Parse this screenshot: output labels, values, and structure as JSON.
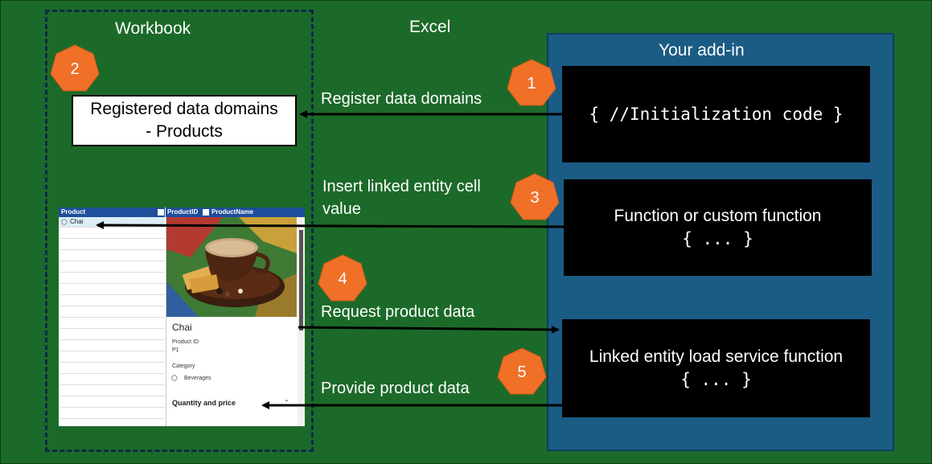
{
  "sections": {
    "workbook": "Workbook",
    "excel": "Excel",
    "addin": "Your add-in"
  },
  "registered_box": {
    "line1": "Registered data domains",
    "line2": "- Products"
  },
  "addin_boxes": {
    "init_code": "{ //Initialization code }",
    "function_title": "Function or custom function",
    "function_code": "{ ... }",
    "load_title": "Linked entity load service function",
    "load_code": "{ ... }"
  },
  "arrows": {
    "register": "Register data domains",
    "insert_line1": "Insert linked entity cell",
    "insert_line2": "value",
    "request": "Request product data",
    "provide": "Provide product data"
  },
  "badges": [
    "1",
    "2",
    "3",
    "4",
    "5"
  ],
  "spreadsheet": {
    "col_product": "Product",
    "col_productid": "ProductID",
    "col_productname": "ProductName",
    "cell_value": "Chai",
    "card_title": "Chai",
    "productid_label": "Product ID",
    "productid_value": "P1",
    "category_label": "Category",
    "category_value": "Beverages",
    "quantity_label": "Quantity and price"
  },
  "colors": {
    "background": "#1c6a29",
    "addin": "#1b5c85",
    "badge": "#f07028",
    "header": "#1f4e9a"
  }
}
